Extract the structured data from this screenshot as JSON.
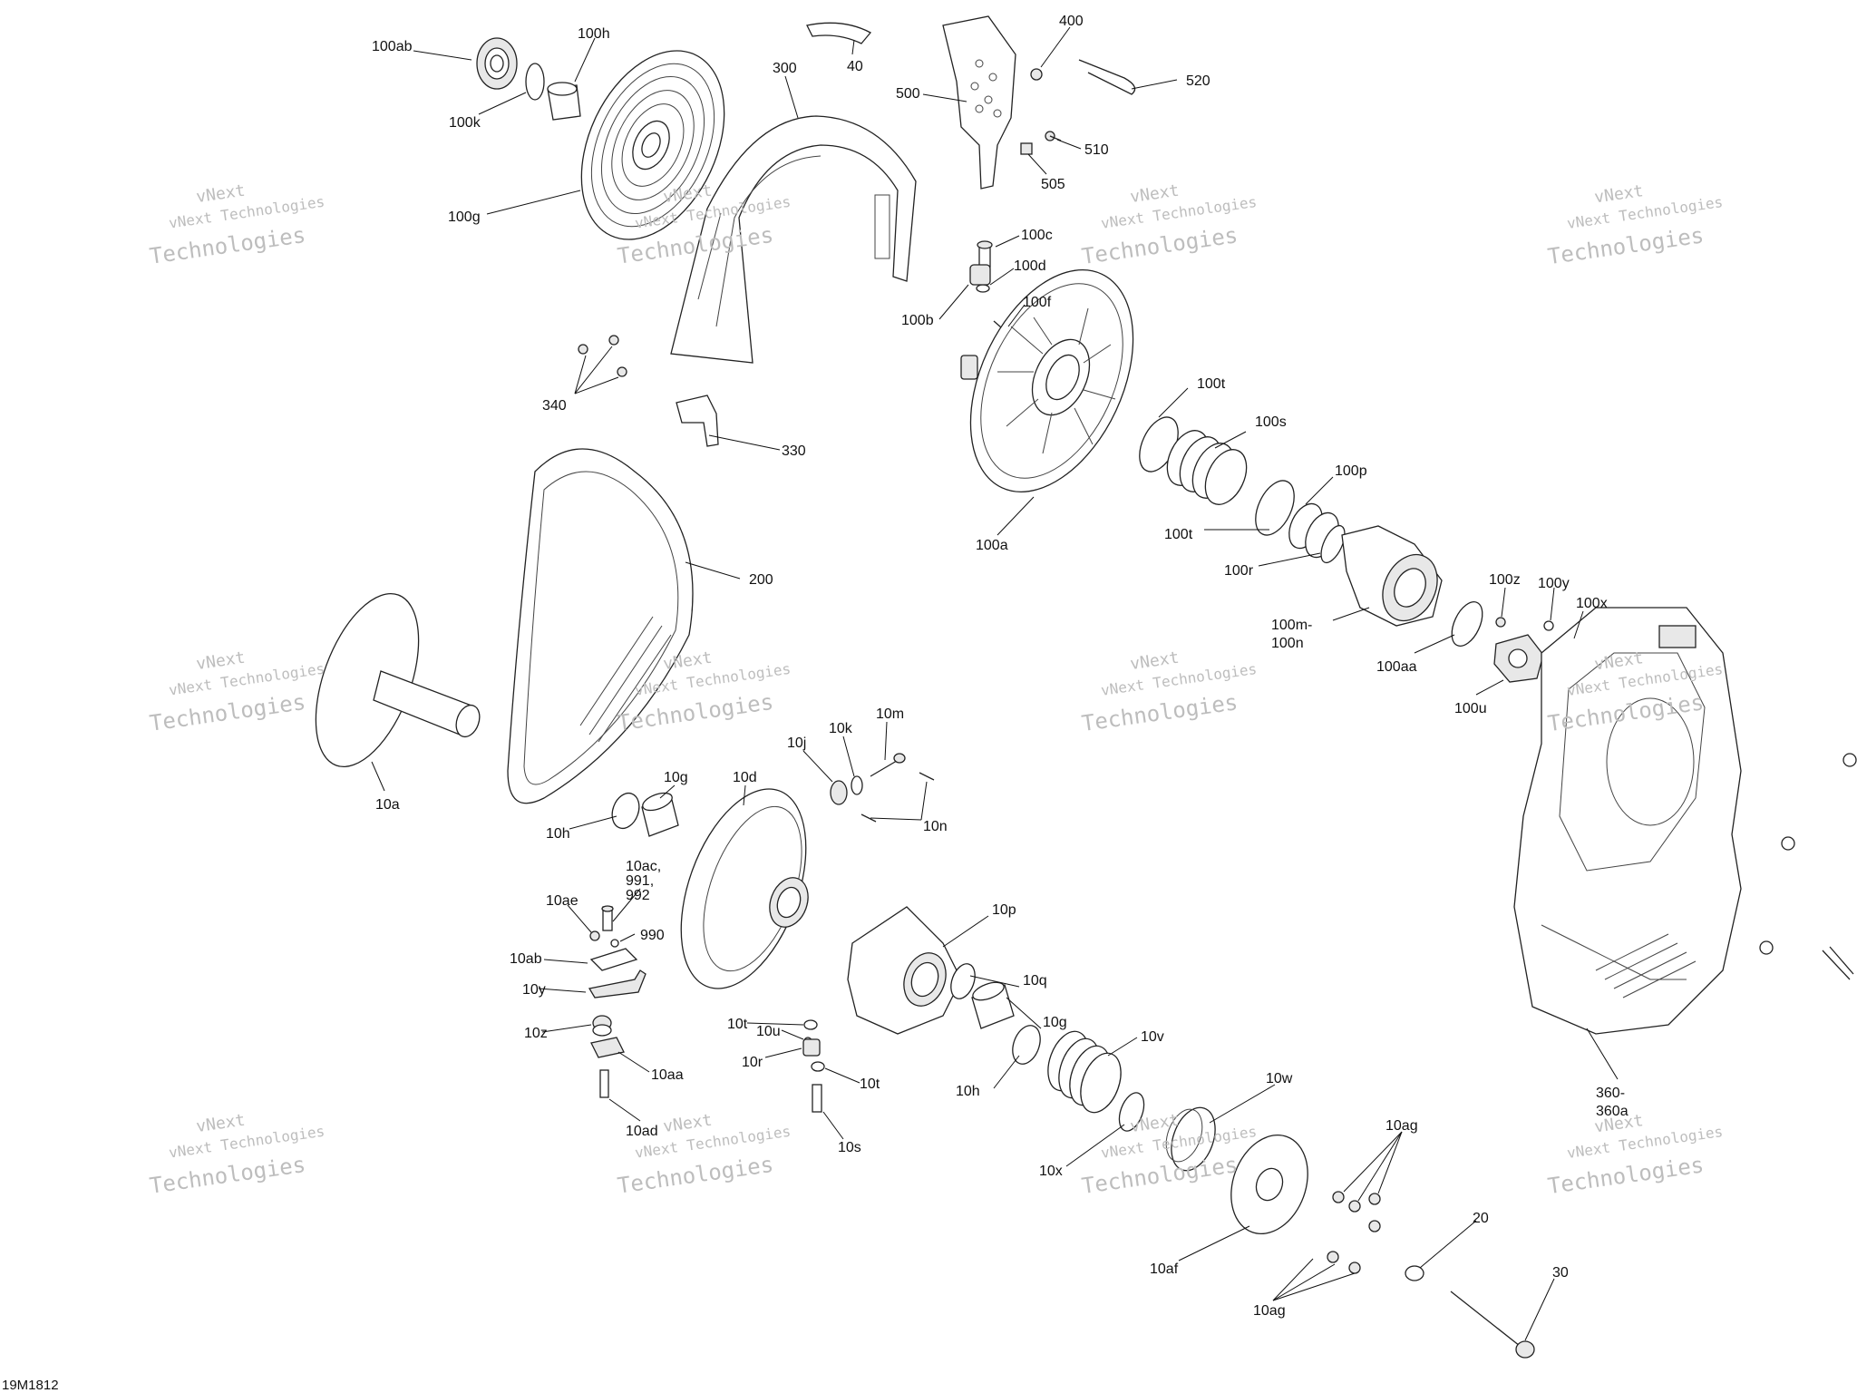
{
  "drawing_id": "19M1812",
  "watermark": {
    "line1": "vNext Technologies",
    "line2": "Technologies",
    "line3": "vNext"
  },
  "callouts": {
    "c100ab": "100ab",
    "c100h": "100h",
    "c100k": "100k",
    "c100g": "100g",
    "c40": "40",
    "c300": "300",
    "c500": "500",
    "c400": "400",
    "c520": "520",
    "c510": "510",
    "c505": "505",
    "c100c": "100c",
    "c100d": "100d",
    "c100b": "100b",
    "c100f": "100f",
    "c340": "340",
    "c330": "330",
    "c100t_a": "100t",
    "c100s": "100s",
    "c100p": "100p",
    "c100t_b": "100t",
    "c100r": "100r",
    "c100a": "100a",
    "c200": "200",
    "c100z": "100z",
    "c100y": "100y",
    "c100x": "100x",
    "c100m": "100m-",
    "c100n": "100n",
    "c100aa": "100aa",
    "c100u": "100u",
    "c10a": "10a",
    "c10m": "10m",
    "c10k": "10k",
    "c10j": "10j",
    "c10g_a": "10g",
    "c10d": "10d",
    "c10n": "10n",
    "c10h_a": "10h",
    "c10ac_1": "10ac,",
    "c10ac_2": "991,",
    "c10ac_3": "992",
    "c10ae": "10ae",
    "c990": "990",
    "c10ab": "10ab",
    "c10y": "10y",
    "c10z": "10z",
    "c10aa": "10aa",
    "c10ad": "10ad",
    "c10u": "10u",
    "c10t_a": "10t",
    "c10r": "10r",
    "c10t_b": "10t",
    "c10s": "10s",
    "c10p": "10p",
    "c10q": "10q",
    "c10g_b": "10g",
    "c10v": "10v",
    "c10h_b": "10h",
    "c10x": "10x",
    "c10w": "10w",
    "c10ag_a": "10ag",
    "c10ag_b": "10ag",
    "c10af": "10af",
    "c20": "20",
    "c30": "30",
    "c360_1": "360-",
    "c360_2": "360a"
  }
}
